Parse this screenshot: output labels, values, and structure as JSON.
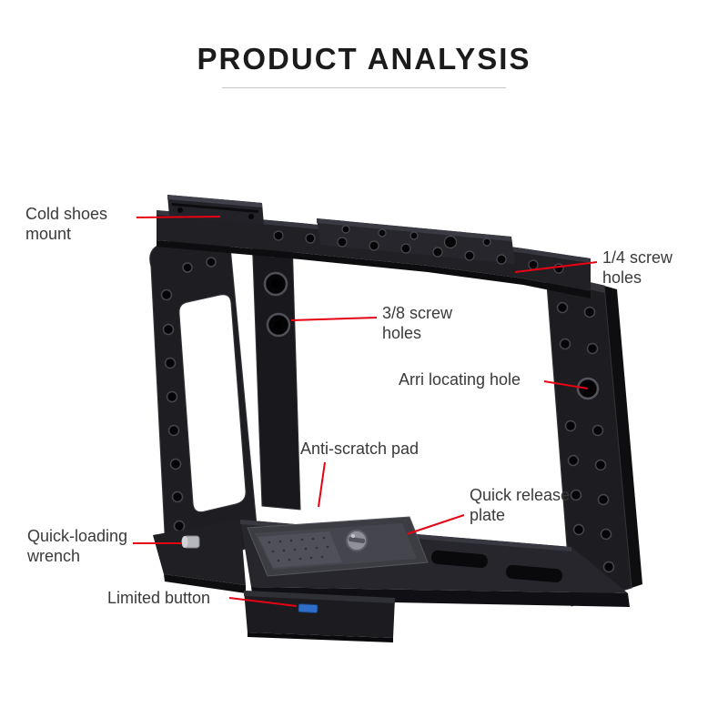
{
  "title": "PRODUCT ANALYSIS",
  "colors": {
    "accent": "#e60012",
    "cage": "#1d1d21",
    "plate": "#3c3c43",
    "limited_button": "#2e6ec9",
    "wrench": "#b6b6bd"
  },
  "labels": [
    {
      "id": "cold-shoes-mount",
      "text": "Cold shoes mount"
    },
    {
      "id": "quarter-screw-holes",
      "text": "1/4 screw holes"
    },
    {
      "id": "three-eighth-screw-holes",
      "text": "3/8 screw holes"
    },
    {
      "id": "arri-locating-hole",
      "text": "Arri locating hole"
    },
    {
      "id": "anti-scratch-pad",
      "text": "Anti-scratch pad"
    },
    {
      "id": "quick-release-plate",
      "text": "Quick release plate"
    },
    {
      "id": "quick-loading-wrench",
      "text": "Quick-loading wrench"
    },
    {
      "id": "limited-button",
      "text": "Limited button"
    }
  ]
}
